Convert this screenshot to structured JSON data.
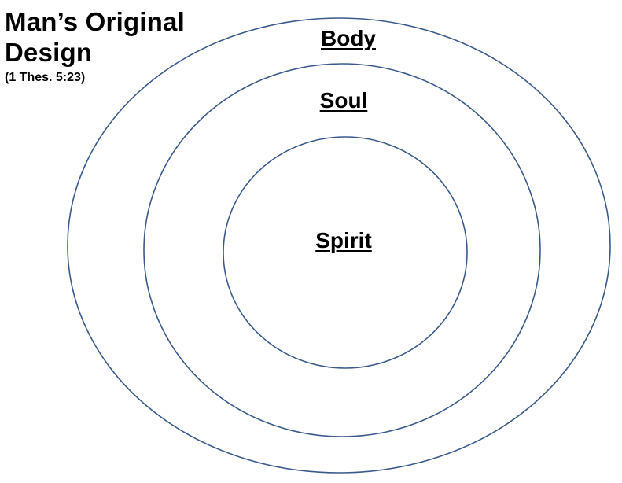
{
  "title": {
    "line1": "Man’s Original",
    "line2": "Design",
    "reference": "(1 Thes. 5:23)"
  },
  "layers": {
    "outer": "Body",
    "middle": "Soul",
    "inner": "Spirit"
  },
  "colors": {
    "ring_stroke": "#3a5a8c",
    "text": "#000000",
    "background": "#ffffff"
  }
}
